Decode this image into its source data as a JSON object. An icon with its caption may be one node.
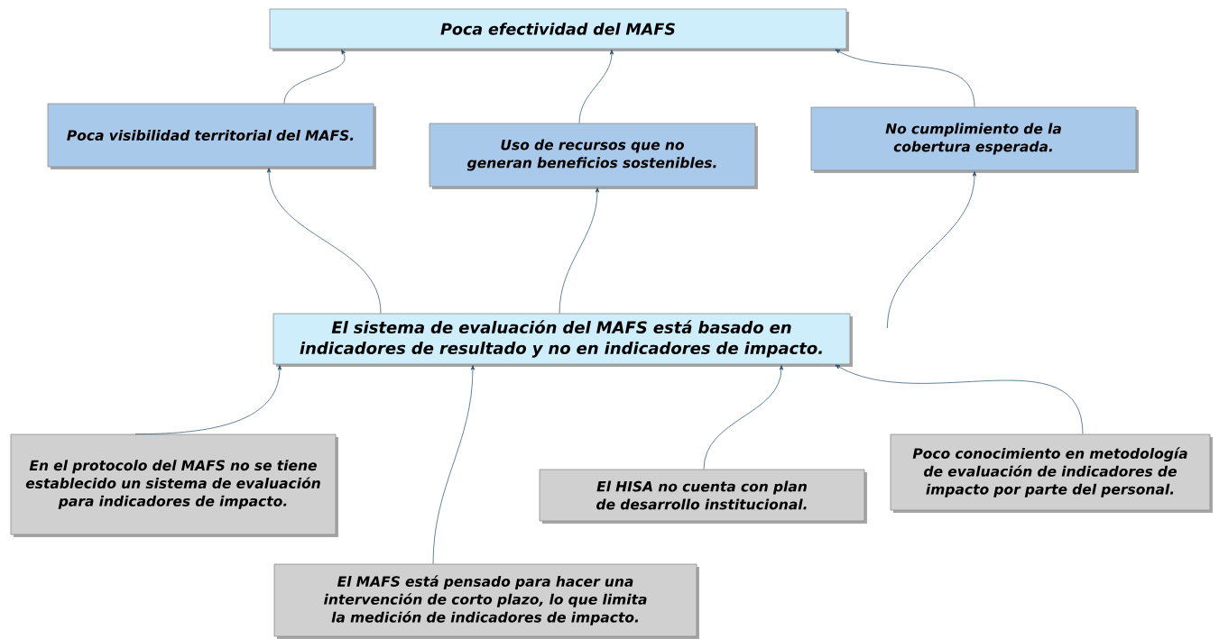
{
  "diagram": {
    "nodes": [
      {
        "text": [
          "Poca efectividad del MAFS"
        ]
      },
      {
        "text": [
          "Poca visibilidad territorial del MAFS."
        ]
      },
      {
        "text": [
          "Uso de recursos que no generan beneficios sostenibles."
        ]
      },
      {
        "text": [
          "No cumplimiento de la cobertura esperada."
        ]
      },
      {
        "text": [
          "El sistema de evaluación del MAFS está basado en indicadores de resultado y no en indicadores de impacto."
        ]
      },
      {
        "text": [
          "En el protocolo del MAFS no se tiene establecido un sistema de evaluación para indicadores de impacto."
        ]
      },
      {
        "text": [
          "El MAFS está pensado para hacer una intervención de corto plazo, lo que limita la medición de indicadores de impacto."
        ]
      },
      {
        "text": [
          "El HISA no cuenta con plan de desarrollo institucional."
        ]
      },
      {
        "text": [
          "Poco conocimiento en metodología de evaluación de indicadores de impacto por parte del personal."
        ]
      }
    ],
    "edges": [
      {
        "from": 1,
        "to": 0,
        "arrow": "to"
      },
      {
        "from": 2,
        "to": 0,
        "arrow": "to"
      },
      {
        "from": 3,
        "to": 0,
        "arrow": "to"
      },
      {
        "from": 4,
        "to": 1,
        "arrow": "to"
      },
      {
        "from": 4,
        "to": 2,
        "arrow": "to"
      },
      {
        "from": 4,
        "to": 3,
        "arrow": "to"
      },
      {
        "from": 5,
        "to": 4,
        "arrow": "to"
      },
      {
        "from": 6,
        "to": 4,
        "arrow": "to"
      },
      {
        "from": 7,
        "to": 4,
        "arrow": "to"
      },
      {
        "from": 8,
        "to": 4,
        "arrow": "to"
      }
    ]
  }
}
